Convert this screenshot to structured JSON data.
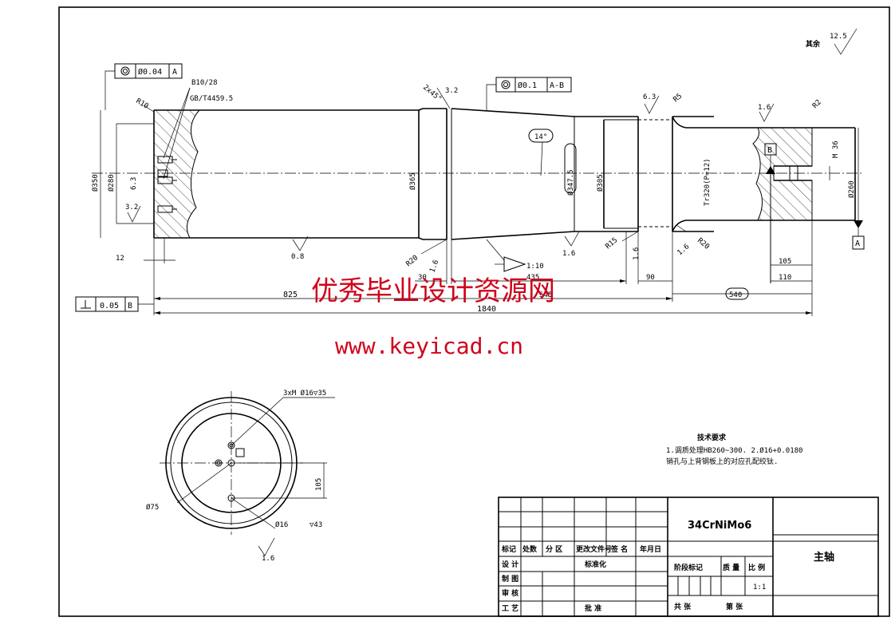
{
  "material": "34CrNiMo6",
  "part_name": "主轴",
  "watermark": {
    "cn": "优秀毕业设计资源网",
    "url": "www.keyicad.cn"
  },
  "roughness": {
    "rest_label": "其余",
    "rest_value": "12.5",
    "r08": "0.8",
    "r16": "1.6",
    "r32": "3.2",
    "r63": "6.3"
  },
  "tolerance_frames": {
    "left": {
      "value": "Ø0.04",
      "datum": "A"
    },
    "mid": {
      "value": "Ø0.1",
      "datum": "A-B"
    },
    "perp": {
      "value": "0.05",
      "datum": "B"
    }
  },
  "datums": {
    "a": "A",
    "b": "B"
  },
  "callouts": {
    "center_hole": "B10/28",
    "standard": "GB/T4459.5",
    "r10": "R10",
    "chamfer": "2x45°",
    "taper_angle": "14°",
    "r5": "R5",
    "r2": "R2",
    "r20": "R20",
    "r15": "R15",
    "taper_ratio": "1:10",
    "thread": "Tr320(P=12)",
    "m36": "M 36",
    "d350": "Ø350",
    "d280": "Ø280",
    "d365": "Ø365",
    "d347": "Ø347.5",
    "d305": "Ø305",
    "d260": "Ø260",
    "d75": "Ø75",
    "holes_top": "3xM  Ø16▽35",
    "holes_bot": "Ø16",
    "holes_bot_depth": "▽43"
  },
  "dims": {
    "d12": "12",
    "d825": "825",
    "d1840": "1840",
    "d30": "30",
    "d435": "435",
    "d545": "545",
    "d90": "90",
    "d540": "540",
    "d105": "105",
    "d110": "110",
    "d105b": "105"
  },
  "tech_req": {
    "heading": "技术要求",
    "line1": "1.调质处理HB260~300. 2.Ø16+0.0180",
    "line2": "销孔与上背钢板上的对应孔配绞钛."
  },
  "title_block": {
    "mark": "标记",
    "qty": "处数",
    "zone": "分  区",
    "doc_no": "更改文件号",
    "sign": "签  名",
    "date": "年月日",
    "design": "设 计",
    "standardize": "标准化",
    "drawing": "制 图",
    "review": "审 核",
    "process": "工 艺",
    "approve": "批 准",
    "stage": "阶段标记",
    "weight": "质  量",
    "scale_label": "比  例",
    "scale": "1:1",
    "sheets_total": "共     张",
    "sheet_no": "第     张"
  }
}
